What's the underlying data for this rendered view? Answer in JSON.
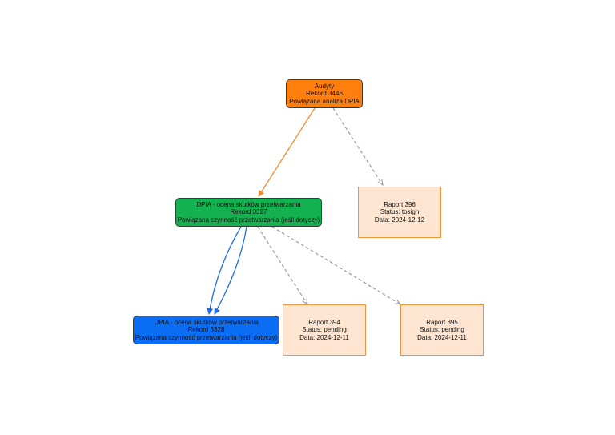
{
  "colors": {
    "audit_fill": "#ff7f0e",
    "dpia_parent_fill": "#13b14f",
    "dpia_child_fill": "#0a6ef5",
    "report_fill": "#fde5d1",
    "report_border": "#f0953a",
    "edge_orange": "#f28a2e",
    "edge_blue": "#1f6fe0",
    "edge_dashed": "#9a9a9a"
  },
  "nodes": {
    "audit": {
      "line1": "Audyty",
      "line2": "Rekord 3446",
      "line3": "Powiązana analiza DPIA"
    },
    "dpia_parent": {
      "line1": "DPIA - ocena skutków przetwarzania",
      "line2": "Rekord 3327",
      "line3": "Powiązana czynność przetwarzania (jeśli dotyczy)"
    },
    "dpia_child": {
      "line1": "DPIA - ocena skutków przetwarzania",
      "line2": "Rekord 3328",
      "line3": "Powiązana czynność przetwarzania (jeśli dotyczy)"
    },
    "report_396": {
      "line1": "Raport 396",
      "line2": "Status: tosign",
      "line3": "Data: 2024-12-12"
    },
    "report_394": {
      "line1": "Raport 394",
      "line2": "Status: pending",
      "line3": "Data: 2024-12-11"
    },
    "report_395": {
      "line1": "Raport 395",
      "line2": "Status: pending",
      "line3": "Data: 2024-12-11"
    }
  }
}
